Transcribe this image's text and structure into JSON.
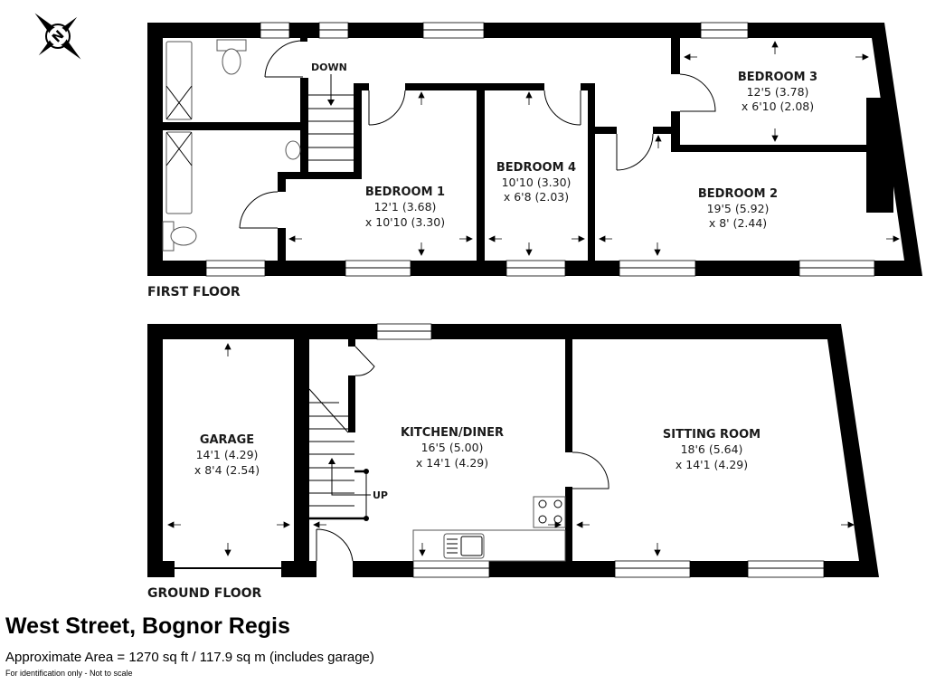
{
  "compass": {
    "label": "N",
    "icon": "north-compass-icon"
  },
  "first_floor": {
    "label": "FIRST FLOOR",
    "stairs_label": "DOWN",
    "rooms": [
      {
        "name": "BEDROOM 1",
        "dim1": "12'1 (3.68)",
        "dim2": "x 10'10 (3.30)"
      },
      {
        "name": "BEDROOM 4",
        "dim1": "10'10 (3.30)",
        "dim2": "x 6'8 (2.03)"
      },
      {
        "name": "BEDROOM 3",
        "dim1": "12'5 (3.78)",
        "dim2": "x 6'10 (2.08)"
      },
      {
        "name": "BEDROOM 2",
        "dim1": "19'5 (5.92)",
        "dim2": "x 8' (2.44)"
      }
    ]
  },
  "ground_floor": {
    "label": "GROUND FLOOR",
    "stairs_label": "UP",
    "rooms": [
      {
        "name": "GARAGE",
        "dim1": "14'1 (4.29)",
        "dim2": "x 8'4 (2.54)"
      },
      {
        "name": "KITCHEN/DINER",
        "dim1": "16'5 (5.00)",
        "dim2": "x 14'1 (4.29)"
      },
      {
        "name": "SITTING ROOM",
        "dim1": "18'6 (5.64)",
        "dim2": "x 14'1 (4.29)"
      }
    ]
  },
  "footer": {
    "title": "West Street, Bognor Regis",
    "area": "Approximate Area = 1270 sq ft / 117.9 sq m (includes garage)",
    "note": "For identification only - Not to scale"
  },
  "colors": {
    "wall": "#000000",
    "background": "#ffffff"
  }
}
